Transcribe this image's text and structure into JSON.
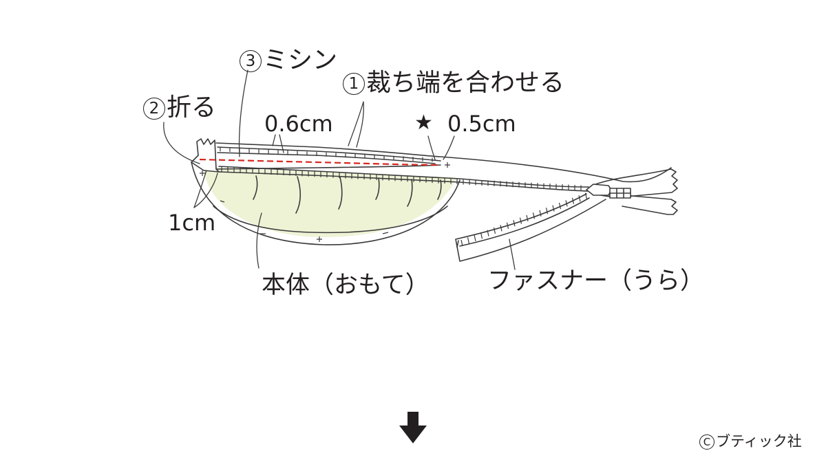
{
  "labels": {
    "step3_number": "3",
    "step3_text": "ミシン",
    "step1_number": "1",
    "step1_text": "裁ち端を合わせる",
    "step2_number": "2",
    "step2_text": "折る",
    "seam_allowance_top": "0.6cm",
    "star_symbol": "★",
    "star_measure": "0.5cm",
    "fold_measure": "1cm",
    "body_label": "本体（おもて）",
    "zipper_label": "ファスナー（うら）"
  },
  "footer": {
    "copyright_symbol": "C",
    "publisher": "ブティック社"
  },
  "colors": {
    "line": "#3a3a3a",
    "stitch": "#d7261e",
    "fabric_fill": "#eef3d6",
    "text": "#231f20"
  },
  "icons": {
    "next_step": "down-arrow-icon"
  }
}
